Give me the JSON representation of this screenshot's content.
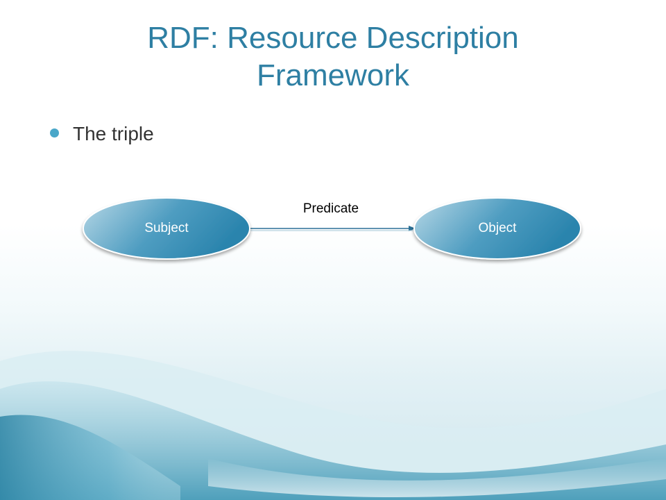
{
  "slide": {
    "title": "RDF: Resource Description Framework",
    "bullets": [
      {
        "text": "The triple"
      }
    ]
  },
  "diagram": {
    "nodes": [
      {
        "id": "subject",
        "label": "Subject"
      },
      {
        "id": "object",
        "label": "Object"
      }
    ],
    "edges": [
      {
        "from": "subject",
        "to": "object",
        "label": "Predicate"
      }
    ]
  },
  "colors": {
    "title": "#2e7fa3",
    "bullet": "#4aa7c9",
    "node_fill_light": "#a9cfe0",
    "node_fill_dark": "#2a84ad",
    "edge": "#2a6f95"
  }
}
